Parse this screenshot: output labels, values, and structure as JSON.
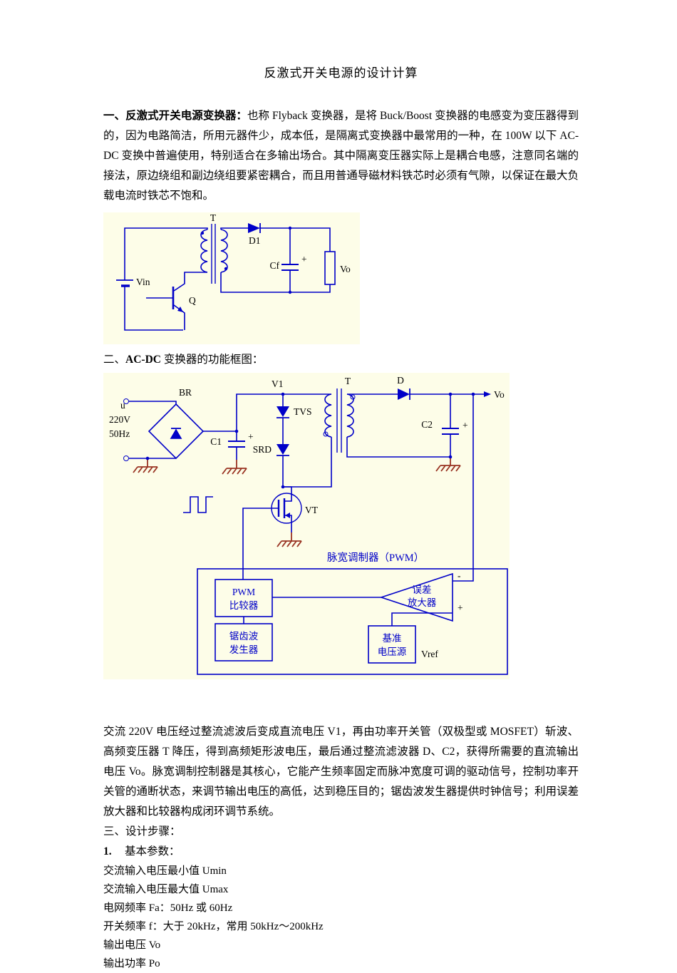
{
  "doc": {
    "title": "反激式开关电源的设计计算",
    "para1_heading": "一、反激式开关电源变换器：",
    "para1_body": "也称 Flyback 变换器，是将 Buck/Boost 变换器的电感变为变压器得到的，因为电路简洁，所用元器件少，成本低，是隔离式变换器中最常用的一种，在 100W 以下 AC-DC 变换中普遍使用，特别适合在多输出场合。其中隔离变压器实际上是耦合电感，注意同名端的接法，原边绕组和副边绕组要紧密耦合，而且用普通导磁材料铁芯时必须有气隙，以保证在最大负载电流时铁芯不饱和。",
    "section2_prefix": "二、",
    "section2_bold": "AC-DC",
    "section2_rest": " 变换器的功能框图：",
    "para2": "交流 220V 电压经过整流滤波后变成直流电压 V1，再由功率开关管（双极型或 MOSFET）斩波、高频变压器 T 降压，得到高频矩形波电压，最后通过整流滤波器 D、C2，获得所需要的直流输出电压 Vo。脉宽调制控制器是其核心，它能产生频率固定而脉冲宽度可调的驱动信号，控制功率开关管的通断状态，来调节输出电压的高低，达到稳压目的；锯齿波发生器提供时钟信号；利用误差放大器和比较器构成闭环调节系统。",
    "section3": "三、设计步骤：",
    "item1_num": "1.",
    "item1_text": "基本参数：",
    "params": [
      "交流输入电压最小值 Umin",
      "交流输入电压最大值 Umax",
      "电网频率 Fa：50Hz 或 60Hz",
      "开关频率 f：大于 20kHz，常用 50kHz～200kHz",
      "输出电压 Vo",
      "输出功率 Po"
    ]
  },
  "fig1": {
    "labels": {
      "t": "T",
      "d1": "D1",
      "cf": "Cf",
      "cf_plus": "+",
      "vo": "Vo",
      "vin": "Vin",
      "q": "Q"
    }
  },
  "fig2": {
    "labels": {
      "u": "u",
      "v220": "220V",
      "f50": "50Hz",
      "br": "BR",
      "c1": "C1",
      "c1_plus": "+",
      "v1": "V1",
      "tvs": "TVS",
      "srd": "SRD",
      "t": "T",
      "d": "D",
      "c2": "C2",
      "c2_plus": "+",
      "vo": "Vo",
      "vt": "VT",
      "pwm_title": "脉宽调制器（PWM）",
      "pwm_cmp_1": "PWM",
      "pwm_cmp_2": "比较器",
      "saw_1": "锯齿波",
      "saw_2": "发生器",
      "err_1": "误差",
      "err_2": "放大器",
      "ref_1": "基准",
      "ref_2": "电压源",
      "vref": "Vref",
      "minus": "-",
      "plus": "+"
    },
    "colors": {
      "wire_blue": "#0000C8",
      "ground_maroon": "#993322",
      "figure_bg": "#FDFDE8"
    }
  }
}
